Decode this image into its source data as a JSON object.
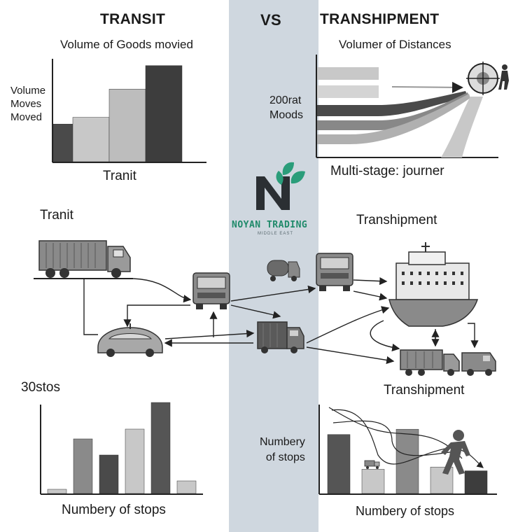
{
  "header": {
    "left_title": "TRANSIT",
    "vs": "VS",
    "right_title": "TRANSHIPMENT"
  },
  "transit_chart": {
    "subtitle": "Volume of Goods movied",
    "ylabel_lines": [
      "Volume",
      "Moves",
      "Moved"
    ],
    "caption": "Tranit"
  },
  "transhipment_chart": {
    "subtitle": "Volumer of Distances",
    "ylabel_lines": [
      "200rat",
      "Moods"
    ],
    "caption": "Multi-stage: journer"
  },
  "logo": {
    "name": "NOYAN TRADING",
    "tagline": "MIDDLE EAST",
    "leaf_color": "#2a9d7a",
    "mark_color": "#2b2f33"
  },
  "flow": {
    "left_label": "Tranit",
    "right_top_label": "Transhipment",
    "right_bottom_label": "Transhipment"
  },
  "stops_left": {
    "title": "30stos",
    "caption": "Numbery of stops"
  },
  "stops_right": {
    "ylabel_lines": [
      "Numbery",
      "of stops"
    ],
    "caption": "Numbery of stops"
  },
  "chart_data": [
    {
      "type": "bar",
      "title": "Volume of Goods movied",
      "ylabel": "Volume Moves Moved",
      "xlabel": "Tranit",
      "values": [
        56,
        66,
        108,
        143
      ],
      "colors": [
        "#4a4a4a",
        "#c8c8c8",
        "#bdbdbd",
        "#3d3d3d"
      ],
      "ylim": [
        0,
        150
      ]
    },
    {
      "type": "bar",
      "title": "30stos",
      "xlabel": "Numbery of stops",
      "values": [
        6,
        78,
        55,
        92,
        130,
        18
      ],
      "colors": [
        "#c8c8c8",
        "#8a8a8a",
        "#4a4a4a",
        "#c8c8c8",
        "#555555",
        "#c8c8c8"
      ],
      "ylim": [
        0,
        140
      ]
    },
    {
      "type": "bar",
      "ylabel": "Numbery of stops",
      "xlabel": "Numbery of stops",
      "values": [
        78,
        32,
        85,
        35,
        30
      ],
      "colors": [
        "#555555",
        "#c8c8c8",
        "#8a8a8a",
        "#c8c8c8",
        "#3d3d3d"
      ],
      "ylim": [
        0,
        100
      ]
    }
  ]
}
